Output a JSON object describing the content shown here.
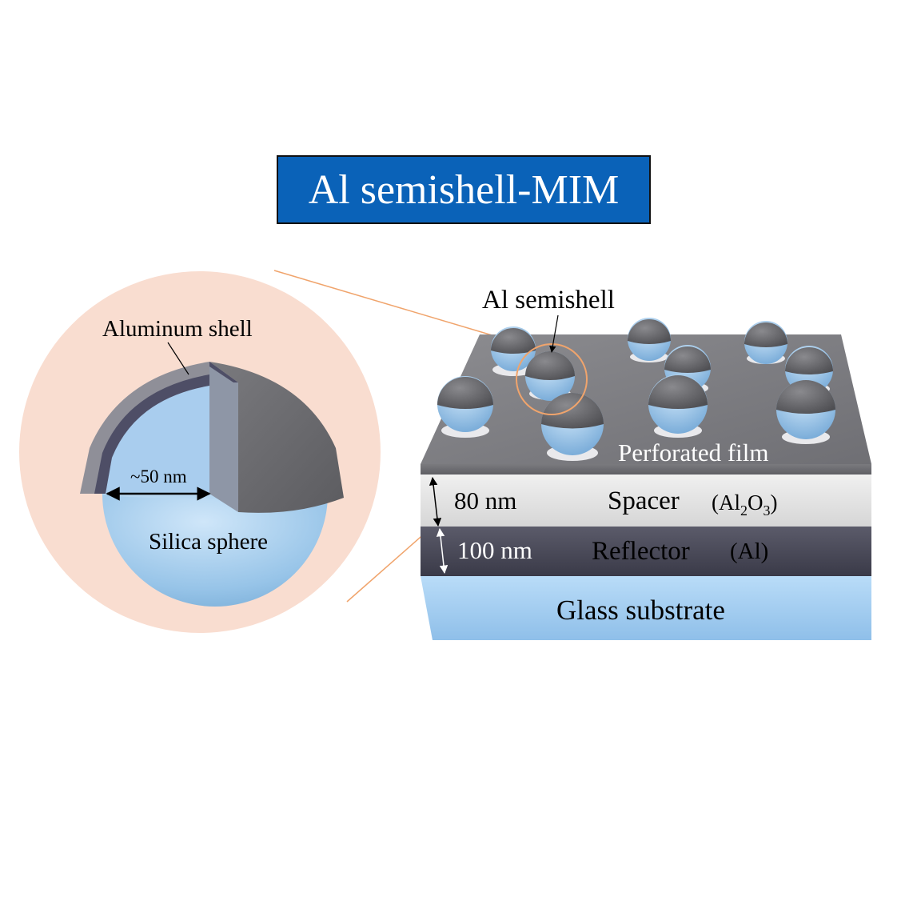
{
  "title": "Al semishell-MIM",
  "labels": {
    "semishell": "Al semishell",
    "aluminum_shell": "Aluminum shell",
    "diameter": "~50 nm",
    "silica": "Silica sphere",
    "perforated": "Perforated film",
    "spacer_thickness": "80 nm",
    "spacer": "Spacer",
    "spacer_material_prefix": "(Al",
    "spacer_sub_2": "2",
    "spacer_material_o": "O",
    "spacer_sub_3": "3",
    "spacer_material_close": ")",
    "reflector_thickness": "100 nm",
    "reflector": "Reflector",
    "reflector_material": "(Al)",
    "glass": "Glass substrate"
  },
  "colors": {
    "title_bg": "#0a62b8",
    "inset_circle": "#f9ddd0",
    "connector": "#f0a46c",
    "shell_gray": "#6e6e72",
    "silica_blue": "#a8cfee",
    "spacer": "#e4e4e4",
    "reflector": "#4c4c5a",
    "glass": "#a7cff3"
  }
}
